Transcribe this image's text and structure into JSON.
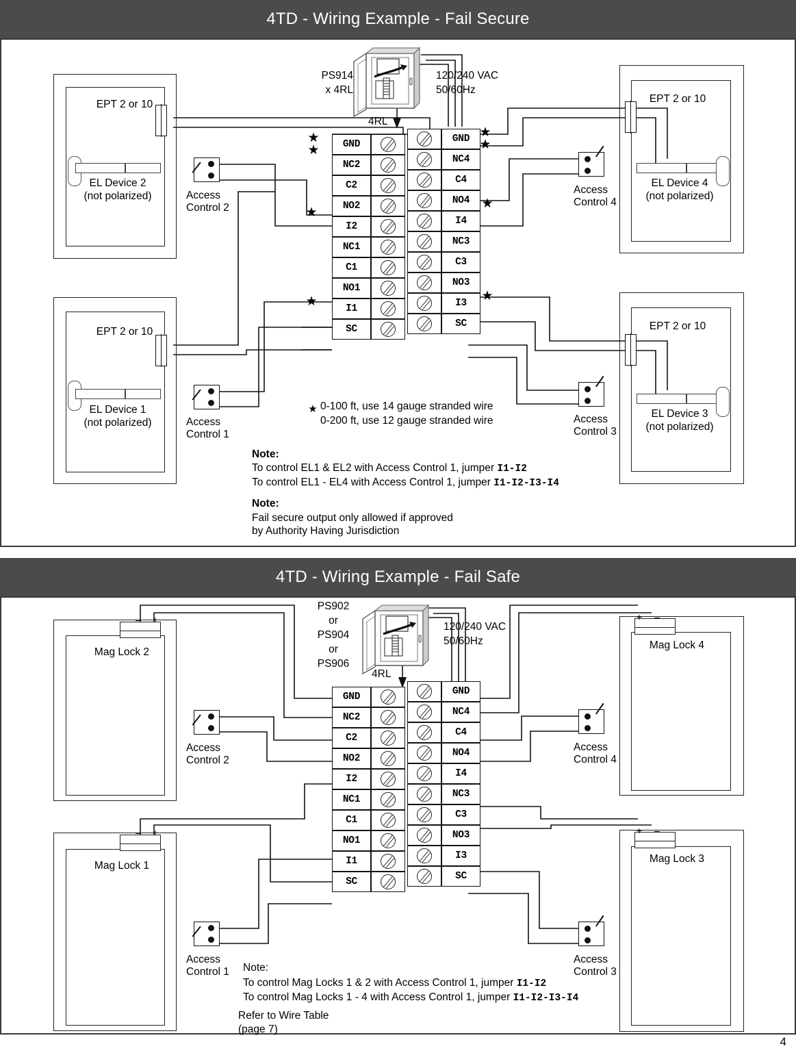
{
  "page": {
    "number": "4"
  },
  "sections": [
    {
      "id": "fail-secure",
      "title": "4TD - Wiring Example - Fail Secure",
      "power_supply": {
        "model_line1": "PS914",
        "model_line2": "x 4RL",
        "mains_line1": "120/240 VAC",
        "mains_line2": "50/60Hz",
        "board_label": "4RL"
      },
      "doors": [
        {
          "name": "door-top-left",
          "ept": "EPT 2 or 10",
          "device_line1": "EL Device 2",
          "device_line2": "(not polarized)"
        },
        {
          "name": "door-bottom-left",
          "ept": "EPT 2 or 10",
          "device_line1": "EL Device 1",
          "device_line2": "(not polarized)"
        },
        {
          "name": "door-top-right",
          "ept": "EPT 2 or 10",
          "device_line1": "EL Device 4",
          "device_line2": "(not polarized)"
        },
        {
          "name": "door-bottom-right",
          "ept": "EPT 2 or 10",
          "device_line1": "EL Device 3",
          "device_line2": "(not polarized)"
        }
      ],
      "access_controls": [
        {
          "line1": "Access",
          "line2": "Control 2"
        },
        {
          "line1": "Access",
          "line2": "Control 1"
        },
        {
          "line1": "Access",
          "line2": "Control 4"
        },
        {
          "line1": "Access",
          "line2": "Control 3"
        }
      ],
      "terminals_left": [
        "GND",
        "NC2",
        "C2",
        "NO2",
        "I2",
        "NC1",
        "C1",
        "NO1",
        "I1",
        "SC"
      ],
      "terminals_right": [
        "GND",
        "NC4",
        "C4",
        "NO4",
        "I4",
        "NC3",
        "C3",
        "NO3",
        "I3",
        "SC"
      ],
      "wire_gauge": {
        "line1": "0-100 ft, use 14 gauge stranded wire",
        "line2": "0-200 ft, use 12 gauge stranded wire",
        "marker": "★"
      },
      "notes": [
        {
          "heading": "Note:",
          "lines": [
            {
              "text": "To control EL1 & EL2 with Access Control 1, jumper ",
              "code": "I1-I2"
            },
            {
              "text": "To control EL1 - EL4 with Access Control 1, jumper ",
              "code": "I1-I2-I3-I4"
            }
          ]
        },
        {
          "heading": "Note:",
          "lines": [
            {
              "text": "Fail secure output only allowed if approved",
              "code": ""
            },
            {
              "text": "by Authority Having Jurisdiction",
              "code": ""
            }
          ]
        }
      ]
    },
    {
      "id": "fail-safe",
      "title": "4TD - Wiring Example - Fail Safe",
      "power_supply": {
        "model_lines": [
          "PS902",
          "or",
          "PS904",
          "or",
          "PS906"
        ],
        "mains_line1": "120/240 VAC",
        "mains_line2": "50/60Hz",
        "board_label": "4RL"
      },
      "maglocks": [
        {
          "name": "maglock-top-left",
          "label": "Mag Lock 2",
          "left_terminal": "–",
          "right_terminal": "+"
        },
        {
          "name": "maglock-bottom-left",
          "label": "Mag Lock 1",
          "left_terminal": "–",
          "right_terminal": "+"
        },
        {
          "name": "maglock-top-right",
          "label": "Mag Lock 4",
          "left_terminal": "+",
          "right_terminal": "–"
        },
        {
          "name": "maglock-bottom-right",
          "label": "Mag Lock 3",
          "left_terminal": "+",
          "right_terminal": "–"
        }
      ],
      "access_controls": [
        {
          "line1": "Access",
          "line2": "Control 2"
        },
        {
          "line1": "Access",
          "line2": "Control 1"
        },
        {
          "line1": "Access",
          "line2": "Control 4"
        },
        {
          "line1": "Access",
          "line2": "Control 3"
        }
      ],
      "terminals_left": [
        "GND",
        "NC2",
        "C2",
        "NO2",
        "I2",
        "NC1",
        "C1",
        "NO1",
        "I1",
        "SC"
      ],
      "terminals_right": [
        "GND",
        "NC4",
        "C4",
        "NO4",
        "I4",
        "NC3",
        "C3",
        "NO3",
        "I3",
        "SC"
      ],
      "notes": [
        {
          "heading": "Note:",
          "lines": [
            {
              "text": "To control Mag Locks 1 & 2 with Access Control 1, jumper ",
              "code": "I1-I2"
            },
            {
              "text": "To control Mag Locks 1 - 4 with Access Control 1, jumper ",
              "code": "I1-I2-I3-I4"
            }
          ]
        }
      ],
      "reference": {
        "line1": "Refer to Wire Table",
        "line2": "(page 7)"
      }
    }
  ],
  "colors": {
    "header_bar": "#4d4a4b",
    "line": "#111111",
    "background": "#ffffff"
  }
}
